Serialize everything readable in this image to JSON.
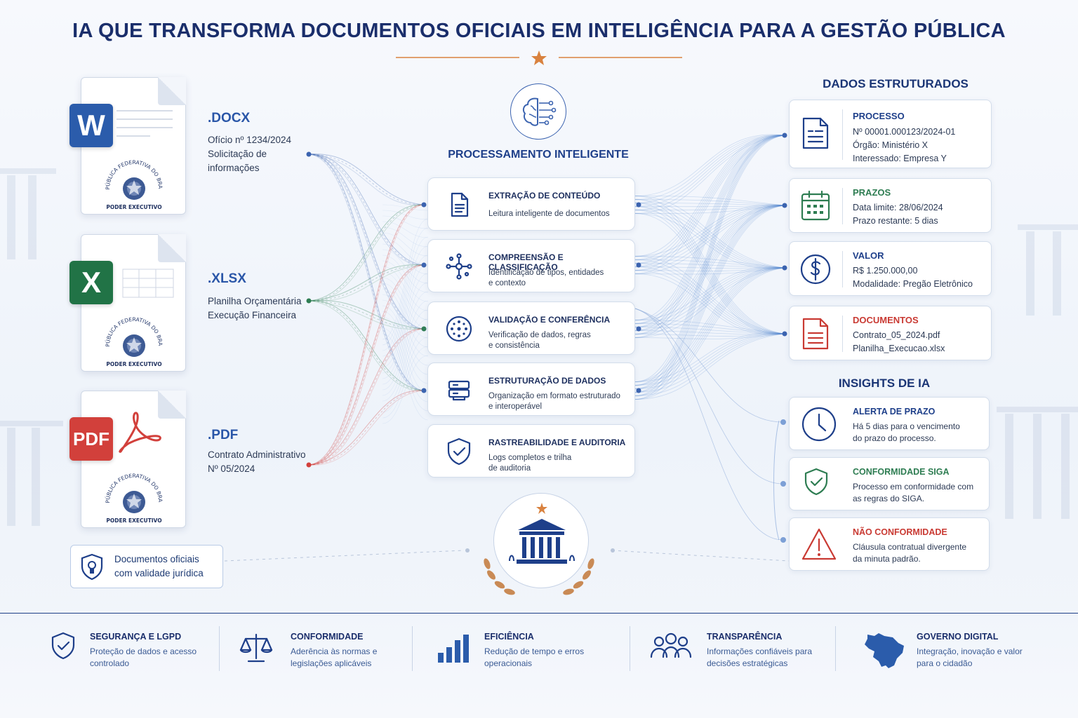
{
  "title": "IA QUE TRANSFORMA DOCUMENTOS OFICIAIS EM INTELIGÊNCIA PARA A GESTÃO PÚBLICA",
  "colors": {
    "navy": "#1a2e6b",
    "word": "#2b5cab",
    "excel": "#217346",
    "pdf": "#d2403b",
    "orange": "#d9823f",
    "green": "#2e7d52",
    "red": "#c93a33"
  },
  "documents": [
    {
      "badge": "W",
      "ext": ".DOCX",
      "lines": [
        "Ofício nº 1234/2024",
        "Solicitação de",
        "informações"
      ],
      "seal_top": "REPÚBLICA FEDERATIVA DO BRASIL",
      "seal_bottom": "PODER EXECUTIVO"
    },
    {
      "badge": "X",
      "ext": ".XLSX",
      "lines": [
        "Planilha Orçamentária",
        "Execução Financeira"
      ],
      "seal_top": "REPÚBLICA FEDERATIVA DO BRASIL",
      "seal_bottom": "PODER EXECUTIVO"
    },
    {
      "badge": "PDF",
      "ext": ".PDF",
      "lines": [
        "Contrato Administrativo",
        "Nº 05/2024"
      ],
      "seal_top": "REPÚBLICA FEDERATIVA DO BRASIL",
      "seal_bottom": "PODER EXECUTIVO"
    }
  ],
  "legal_badge": [
    "Documentos oficiais",
    "com validade jurídica"
  ],
  "processing": {
    "title": "PROCESSAMENTO INTELIGENTE",
    "steps": [
      {
        "title": "EXTRAÇÃO DE CONTEÚDO",
        "desc": [
          "Leitura inteligente de documentos"
        ],
        "icon": "document-icon"
      },
      {
        "title": "COMPREENSÃO E CLASSIFICAÇÃO",
        "desc": [
          "Identificação de tipos, entidades",
          "e contexto"
        ],
        "icon": "network-icon"
      },
      {
        "title": "VALIDAÇÃO E CONFERÊNCIA",
        "desc": [
          "Verificação de dados, regras",
          "e consistência"
        ],
        "icon": "gear-check-icon"
      },
      {
        "title": "ESTRUTURAÇÃO DE DADOS",
        "desc": [
          "Organização em formato estruturado",
          "e interoperável"
        ],
        "icon": "database-icon"
      },
      {
        "title": "RASTREABILIDADE E AUDITORIA",
        "desc": [
          "Logs completos e trilha",
          "de auditoria"
        ],
        "icon": "shield-check-icon"
      }
    ]
  },
  "structured": {
    "title": "DADOS ESTRUTURADOS",
    "cards": [
      {
        "title": "PROCESSO",
        "lines": [
          "Nº 00001.000123/2024-01",
          "Órgão: Ministério X",
          "Interessado: Empresa Y"
        ],
        "color": "#1e3f8a",
        "icon": "form-icon"
      },
      {
        "title": "PRAZOS",
        "lines": [
          "Data limite: 28/06/2024",
          "Prazo restante: 5 dias"
        ],
        "color": "#2e7d52",
        "icon": "calendar-icon"
      },
      {
        "title": "VALOR",
        "lines": [
          "R$ 1.250.000,00",
          "Modalidade: Pregão Eletrônico"
        ],
        "color": "#1e3f8a",
        "icon": "dollar-icon"
      },
      {
        "title": "DOCUMENTOS",
        "lines": [
          "Contrato_05_2024.pdf",
          "Planilha_Execucao.xlsx"
        ],
        "color": "#c93a33",
        "icon": "file-icon"
      }
    ]
  },
  "insights": {
    "title": "INSIGHTS DE IA",
    "items": [
      {
        "title": "ALERTA DE PRAZO",
        "desc": [
          "Há 5 dias para o vencimento",
          "do prazo do processo."
        ],
        "color": "#1e3f8a",
        "icon": "clock-icon"
      },
      {
        "title": "CONFORMIDADE SIGA",
        "desc": [
          "Processo em conformidade com",
          "as regras do SIGA."
        ],
        "color": "#2e7d52",
        "icon": "shield-check-icon"
      },
      {
        "title": "NÃO CONFORMIDADE",
        "desc": [
          "Cláusula contratual divergente",
          "da minuta padrão."
        ],
        "color": "#c93a33",
        "icon": "warning-icon"
      }
    ]
  },
  "footer": [
    {
      "title": "SEGURANÇA E LGPD",
      "desc": [
        "Proteção de dados e acesso",
        "controlado"
      ],
      "icon": "shield-check-icon"
    },
    {
      "title": "CONFORMIDADE",
      "desc": [
        "Aderência às normas e",
        "legislações aplicáveis"
      ],
      "icon": "scales-icon"
    },
    {
      "title": "EFICIÊNCIA",
      "desc": [
        "Redução de tempo e erros",
        "operacionais"
      ],
      "icon": "bar-chart-icon"
    },
    {
      "title": "TRANSPARÊNCIA",
      "desc": [
        "Informações confiáveis para",
        "decisões estratégicas"
      ],
      "icon": "people-icon"
    },
    {
      "title": "GOVERNO DIGITAL",
      "desc": [
        "Integração, inovação e valor",
        "para o cidadão"
      ],
      "icon": "brazil-map-icon"
    }
  ]
}
